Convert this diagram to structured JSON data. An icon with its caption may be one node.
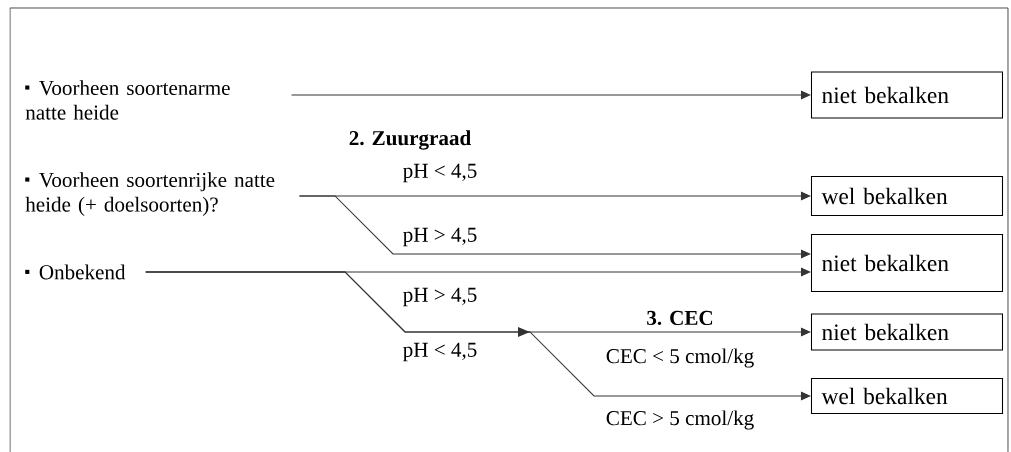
{
  "diagram": {
    "nodes": [
      {
        "text": [
          "Voorheen soortenarme natte heide"
        ]
      },
      {
        "text": [
          "Voorheen soortenrijke natte heide (+ doelsoorten)?"
        ]
      },
      {
        "text": [
          "Onbekend"
        ]
      },
      {
        "text": [
          "niet bekalken"
        ]
      },
      {
        "text": [
          "wel bekalken"
        ]
      },
      {
        "text": [
          "niet bekalken"
        ]
      },
      {
        "text": [
          "niet bekalken"
        ]
      },
      {
        "text": [
          "wel bekalken"
        ]
      }
    ],
    "edges": [
      {
        "from": 0,
        "to": 3,
        "arrow": "to"
      },
      {
        "from": 1,
        "to": 4,
        "arrow": "to",
        "label": "pH < 4,5"
      },
      {
        "from": 1,
        "to": 5,
        "arrow": "to",
        "label": "pH > 4,5"
      },
      {
        "from": 2,
        "to": 5,
        "arrow": "to",
        "label": "pH > 4,5"
      },
      {
        "from": 2,
        "to": 6,
        "arrow": "to",
        "label": "CEC < 5 cmol/kg"
      },
      {
        "from": 2,
        "to": 7,
        "arrow": "to",
        "label": "CEC > 5 cmol/kg"
      }
    ],
    "labels": [
      "2. Zuurgraad",
      "3. CEC",
      "pH < 4,5"
    ]
  }
}
